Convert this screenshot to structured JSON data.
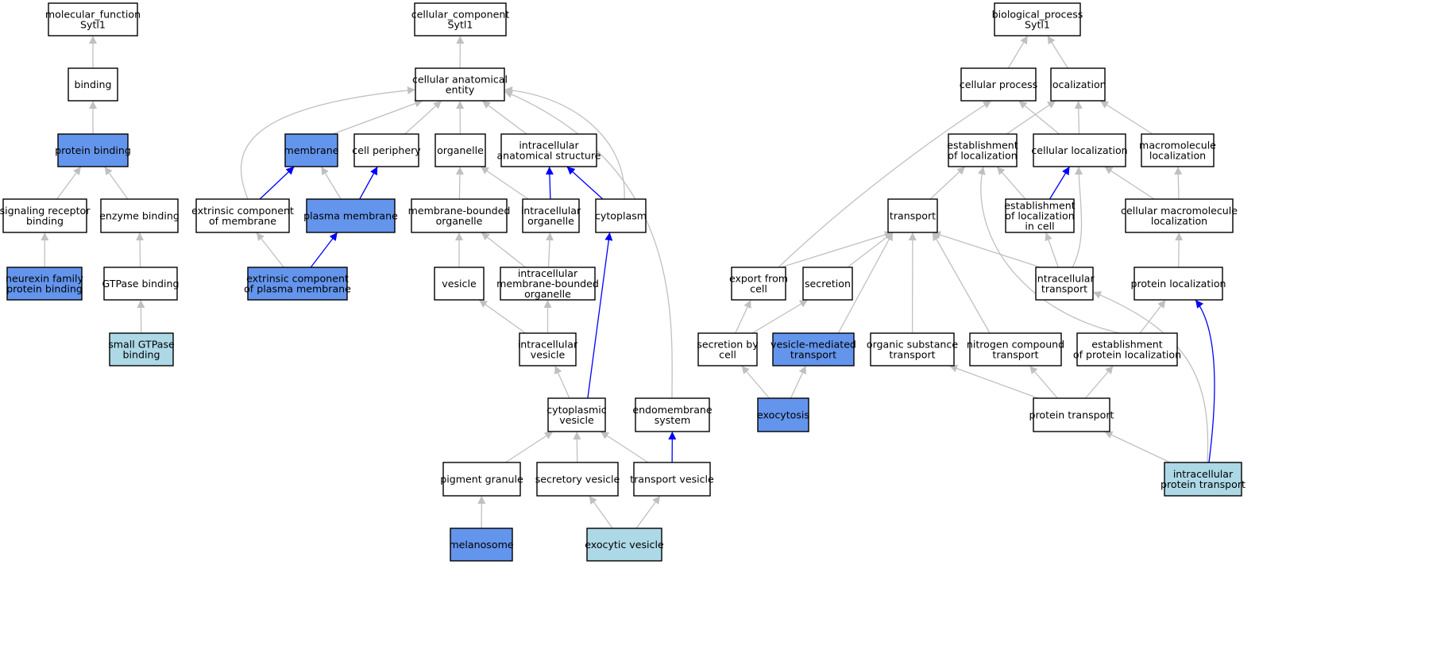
{
  "colors": {
    "plain_fill": "#ffffff",
    "direct_fill": "#6495ed",
    "light_fill": "#add8e6",
    "gray_edge": "#c0c0c0",
    "blue_edge": "#0000ff"
  },
  "nodes": [
    {
      "id": "mf_root",
      "lines": [
        "molecular_function",
        "Sytl1"
      ],
      "style": "plain"
    },
    {
      "id": "binding",
      "lines": [
        "binding"
      ],
      "style": "plain"
    },
    {
      "id": "protein_binding",
      "lines": [
        "protein binding"
      ],
      "style": "direct"
    },
    {
      "id": "signaling_receptor_binding",
      "lines": [
        "signaling receptor",
        "binding"
      ],
      "style": "plain"
    },
    {
      "id": "enzyme_binding",
      "lines": [
        "enzyme binding"
      ],
      "style": "plain"
    },
    {
      "id": "neurexin_family_protein_binding",
      "lines": [
        "neurexin family",
        "protein binding"
      ],
      "style": "direct"
    },
    {
      "id": "gtpase_binding",
      "lines": [
        "GTPase binding"
      ],
      "style": "plain"
    },
    {
      "id": "small_gtpase_binding",
      "lines": [
        "small GTPase",
        "binding"
      ],
      "style": "light"
    },
    {
      "id": "cc_root",
      "lines": [
        "cellular_component",
        "Sytl1"
      ],
      "style": "plain"
    },
    {
      "id": "cellular_anatomical_entity",
      "lines": [
        "cellular anatomical",
        "entity"
      ],
      "style": "plain"
    },
    {
      "id": "membrane",
      "lines": [
        "membrane"
      ],
      "style": "direct"
    },
    {
      "id": "cell_periphery",
      "lines": [
        "cell periphery"
      ],
      "style": "plain"
    },
    {
      "id": "organelle",
      "lines": [
        "organelle"
      ],
      "style": "plain"
    },
    {
      "id": "intracellular_anatomical_structure",
      "lines": [
        "intracellular",
        "anatomical structure"
      ],
      "style": "plain"
    },
    {
      "id": "extrinsic_component_of_membrane",
      "lines": [
        "extrinsic component",
        "of membrane"
      ],
      "style": "plain"
    },
    {
      "id": "plasma_membrane",
      "lines": [
        "plasma membrane"
      ],
      "style": "direct"
    },
    {
      "id": "membrane_bounded_organelle",
      "lines": [
        "membrane-bounded",
        "organelle"
      ],
      "style": "plain"
    },
    {
      "id": "intracellular_organelle",
      "lines": [
        "intracellular",
        "organelle"
      ],
      "style": "plain"
    },
    {
      "id": "cytoplasm",
      "lines": [
        "cytoplasm"
      ],
      "style": "plain"
    },
    {
      "id": "extrinsic_component_of_plasma_membrane",
      "lines": [
        "extrinsic component",
        "of plasma membrane"
      ],
      "style": "direct"
    },
    {
      "id": "vesicle",
      "lines": [
        "vesicle"
      ],
      "style": "plain"
    },
    {
      "id": "intracellular_membrane_bounded_organelle",
      "lines": [
        "intracellular",
        "membrane-bounded",
        "organelle"
      ],
      "style": "plain"
    },
    {
      "id": "intracellular_vesicle",
      "lines": [
        "intracellular",
        "vesicle"
      ],
      "style": "plain"
    },
    {
      "id": "cytoplasmic_vesicle",
      "lines": [
        "cytoplasmic",
        "vesicle"
      ],
      "style": "plain"
    },
    {
      "id": "endomembrane_system",
      "lines": [
        "endomembrane",
        "system"
      ],
      "style": "plain"
    },
    {
      "id": "pigment_granule",
      "lines": [
        "pigment granule"
      ],
      "style": "plain"
    },
    {
      "id": "secretory_vesicle",
      "lines": [
        "secretory vesicle"
      ],
      "style": "plain"
    },
    {
      "id": "transport_vesicle",
      "lines": [
        "transport vesicle"
      ],
      "style": "plain"
    },
    {
      "id": "melanosome",
      "lines": [
        "melanosome"
      ],
      "style": "direct"
    },
    {
      "id": "exocytic_vesicle",
      "lines": [
        "exocytic vesicle"
      ],
      "style": "light"
    },
    {
      "id": "bp_root",
      "lines": [
        "biological_process",
        "Sytl1"
      ],
      "style": "plain"
    },
    {
      "id": "cellular_process",
      "lines": [
        "cellular process"
      ],
      "style": "plain"
    },
    {
      "id": "localization",
      "lines": [
        "localization"
      ],
      "style": "plain"
    },
    {
      "id": "establishment_of_localization",
      "lines": [
        "establishment",
        "of localization"
      ],
      "style": "plain"
    },
    {
      "id": "cellular_localization",
      "lines": [
        "cellular localization"
      ],
      "style": "plain"
    },
    {
      "id": "macromolecule_localization",
      "lines": [
        "macromolecule",
        "localization"
      ],
      "style": "plain"
    },
    {
      "id": "transport",
      "lines": [
        "transport"
      ],
      "style": "plain"
    },
    {
      "id": "establishment_of_localization_in_cell",
      "lines": [
        "establishment",
        "of localization",
        "in cell"
      ],
      "style": "plain"
    },
    {
      "id": "cellular_macromolecule_localization",
      "lines": [
        "cellular macromolecule",
        "localization"
      ],
      "style": "plain"
    },
    {
      "id": "export_from_cell",
      "lines": [
        "export from",
        "cell"
      ],
      "style": "plain"
    },
    {
      "id": "secretion",
      "lines": [
        "secretion"
      ],
      "style": "plain"
    },
    {
      "id": "intracellular_transport",
      "lines": [
        "intracellular",
        "transport"
      ],
      "style": "plain"
    },
    {
      "id": "protein_localization",
      "lines": [
        "protein localization"
      ],
      "style": "plain"
    },
    {
      "id": "secretion_by_cell",
      "lines": [
        "secretion by",
        "cell"
      ],
      "style": "plain"
    },
    {
      "id": "vesicle_mediated_transport",
      "lines": [
        "vesicle-mediated",
        "transport"
      ],
      "style": "direct"
    },
    {
      "id": "organic_substance_transport",
      "lines": [
        "organic substance",
        "transport"
      ],
      "style": "plain"
    },
    {
      "id": "nitrogen_compound_transport",
      "lines": [
        "nitrogen compound",
        "transport"
      ],
      "style": "plain"
    },
    {
      "id": "establishment_of_protein_localization",
      "lines": [
        "establishment",
        "of protein localization"
      ],
      "style": "plain"
    },
    {
      "id": "exocytosis",
      "lines": [
        "exocytosis"
      ],
      "style": "direct"
    },
    {
      "id": "protein_transport",
      "lines": [
        "protein transport"
      ],
      "style": "plain"
    },
    {
      "id": "intracellular_protein_transport",
      "lines": [
        "intracellular",
        "protein transport"
      ],
      "style": "light"
    }
  ],
  "edges": [
    {
      "from": "binding",
      "to": "mf_root",
      "color": "gray"
    },
    {
      "from": "protein_binding",
      "to": "binding",
      "color": "gray"
    },
    {
      "from": "signaling_receptor_binding",
      "to": "protein_binding",
      "color": "gray"
    },
    {
      "from": "enzyme_binding",
      "to": "protein_binding",
      "color": "gray"
    },
    {
      "from": "neurexin_family_protein_binding",
      "to": "signaling_receptor_binding",
      "color": "gray"
    },
    {
      "from": "gtpase_binding",
      "to": "enzyme_binding",
      "color": "gray"
    },
    {
      "from": "small_gtpase_binding",
      "to": "gtpase_binding",
      "color": "gray"
    },
    {
      "from": "cellular_anatomical_entity",
      "to": "cc_root",
      "color": "gray"
    },
    {
      "from": "membrane",
      "to": "cellular_anatomical_entity",
      "color": "gray"
    },
    {
      "from": "cell_periphery",
      "to": "cellular_anatomical_entity",
      "color": "gray"
    },
    {
      "from": "organelle",
      "to": "cellular_anatomical_entity",
      "color": "gray"
    },
    {
      "from": "intracellular_anatomical_structure",
      "to": "cellular_anatomical_entity",
      "color": "gray"
    },
    {
      "from": "extrinsic_component_of_membrane",
      "to": "cellular_anatomical_entity",
      "color": "gray"
    },
    {
      "from": "cytoplasm",
      "to": "cellular_anatomical_entity",
      "color": "gray"
    },
    {
      "from": "endomembrane_system",
      "to": "cellular_anatomical_entity",
      "color": "gray"
    },
    {
      "from": "extrinsic_component_of_membrane",
      "to": "membrane",
      "color": "blue"
    },
    {
      "from": "plasma_membrane",
      "to": "membrane",
      "color": "gray"
    },
    {
      "from": "plasma_membrane",
      "to": "cell_periphery",
      "color": "blue"
    },
    {
      "from": "extrinsic_component_of_plasma_membrane",
      "to": "extrinsic_component_of_membrane",
      "color": "gray"
    },
    {
      "from": "extrinsic_component_of_plasma_membrane",
      "to": "plasma_membrane",
      "color": "blue"
    },
    {
      "from": "membrane_bounded_organelle",
      "to": "organelle",
      "color": "gray"
    },
    {
      "from": "intracellular_organelle",
      "to": "organelle",
      "color": "gray"
    },
    {
      "from": "intracellular_organelle",
      "to": "intracellular_anatomical_structure",
      "color": "blue"
    },
    {
      "from": "cytoplasm",
      "to": "intracellular_anatomical_structure",
      "color": "blue"
    },
    {
      "from": "vesicle",
      "to": "membrane_bounded_organelle",
      "color": "gray"
    },
    {
      "from": "intracellular_membrane_bounded_organelle",
      "to": "membrane_bounded_organelle",
      "color": "gray"
    },
    {
      "from": "intracellular_membrane_bounded_organelle",
      "to": "intracellular_organelle",
      "color": "gray"
    },
    {
      "from": "intracellular_vesicle",
      "to": "vesicle",
      "color": "gray"
    },
    {
      "from": "intracellular_vesicle",
      "to": "intracellular_membrane_bounded_organelle",
      "color": "gray"
    },
    {
      "from": "cytoplasmic_vesicle",
      "to": "intracellular_vesicle",
      "color": "gray"
    },
    {
      "from": "cytoplasmic_vesicle",
      "to": "cytoplasm",
      "color": "blue"
    },
    {
      "from": "pigment_granule",
      "to": "cytoplasmic_vesicle",
      "color": "gray"
    },
    {
      "from": "secretory_vesicle",
      "to": "cytoplasmic_vesicle",
      "color": "gray"
    },
    {
      "from": "transport_vesicle",
      "to": "cytoplasmic_vesicle",
      "color": "gray"
    },
    {
      "from": "transport_vesicle",
      "to": "endomembrane_system",
      "color": "blue"
    },
    {
      "from": "melanosome",
      "to": "pigment_granule",
      "color": "gray"
    },
    {
      "from": "exocytic_vesicle",
      "to": "secretory_vesicle",
      "color": "gray"
    },
    {
      "from": "exocytic_vesicle",
      "to": "transport_vesicle",
      "color": "gray"
    },
    {
      "from": "cellular_process",
      "to": "bp_root",
      "color": "gray"
    },
    {
      "from": "localization",
      "to": "bp_root",
      "color": "gray"
    },
    {
      "from": "establishment_of_localization",
      "to": "localization",
      "color": "gray"
    },
    {
      "from": "cellular_localization",
      "to": "localization",
      "color": "gray"
    },
    {
      "from": "macromolecule_localization",
      "to": "localization",
      "color": "gray"
    },
    {
      "from": "cellular_localization",
      "to": "cellular_process",
      "color": "gray"
    },
    {
      "from": "export_from_cell",
      "to": "cellular_process",
      "color": "gray"
    },
    {
      "from": "transport",
      "to": "establishment_of_localization",
      "color": "gray"
    },
    {
      "from": "establishment_of_localization_in_cell",
      "to": "establishment_of_localization",
      "color": "gray"
    },
    {
      "from": "establishment_of_localization_in_cell",
      "to": "cellular_localization",
      "color": "blue"
    },
    {
      "from": "intracellular_transport",
      "to": "cellular_localization",
      "color": "gray"
    },
    {
      "from": "cellular_macromolecule_localization",
      "to": "cellular_localization",
      "color": "gray"
    },
    {
      "from": "cellular_macromolecule_localization",
      "to": "macromolecule_localization",
      "color": "gray"
    },
    {
      "from": "establishment_of_protein_localization",
      "to": "establishment_of_localization",
      "color": "gray"
    },
    {
      "from": "export_from_cell",
      "to": "transport",
      "color": "gray"
    },
    {
      "from": "secretion",
      "to": "transport",
      "color": "gray"
    },
    {
      "from": "vesicle_mediated_transport",
      "to": "transport",
      "color": "gray"
    },
    {
      "from": "organic_substance_transport",
      "to": "transport",
      "color": "gray"
    },
    {
      "from": "nitrogen_compound_transport",
      "to": "transport",
      "color": "gray"
    },
    {
      "from": "intracellular_transport",
      "to": "transport",
      "color": "gray"
    },
    {
      "from": "intracellular_transport",
      "to": "establishment_of_localization_in_cell",
      "color": "gray"
    },
    {
      "from": "protein_localization",
      "to": "cellular_macromolecule_localization",
      "color": "gray"
    },
    {
      "from": "secretion_by_cell",
      "to": "export_from_cell",
      "color": "gray"
    },
    {
      "from": "secretion_by_cell",
      "to": "secretion",
      "color": "gray"
    },
    {
      "from": "establishment_of_protein_localization",
      "to": "protein_localization",
      "color": "gray"
    },
    {
      "from": "exocytosis",
      "to": "secretion_by_cell",
      "color": "gray"
    },
    {
      "from": "exocytosis",
      "to": "vesicle_mediated_transport",
      "color": "gray"
    },
    {
      "from": "protein_transport",
      "to": "organic_substance_transport",
      "color": "gray"
    },
    {
      "from": "protein_transport",
      "to": "nitrogen_compound_transport",
      "color": "gray"
    },
    {
      "from": "protein_transport",
      "to": "establishment_of_protein_localization",
      "color": "gray"
    },
    {
      "from": "intracellular_protein_transport",
      "to": "protein_transport",
      "color": "gray"
    },
    {
      "from": "intracellular_protein_transport",
      "to": "intracellular_transport",
      "color": "gray"
    },
    {
      "from": "intracellular_protein_transport",
      "to": "protein_localization",
      "color": "blue"
    }
  ]
}
